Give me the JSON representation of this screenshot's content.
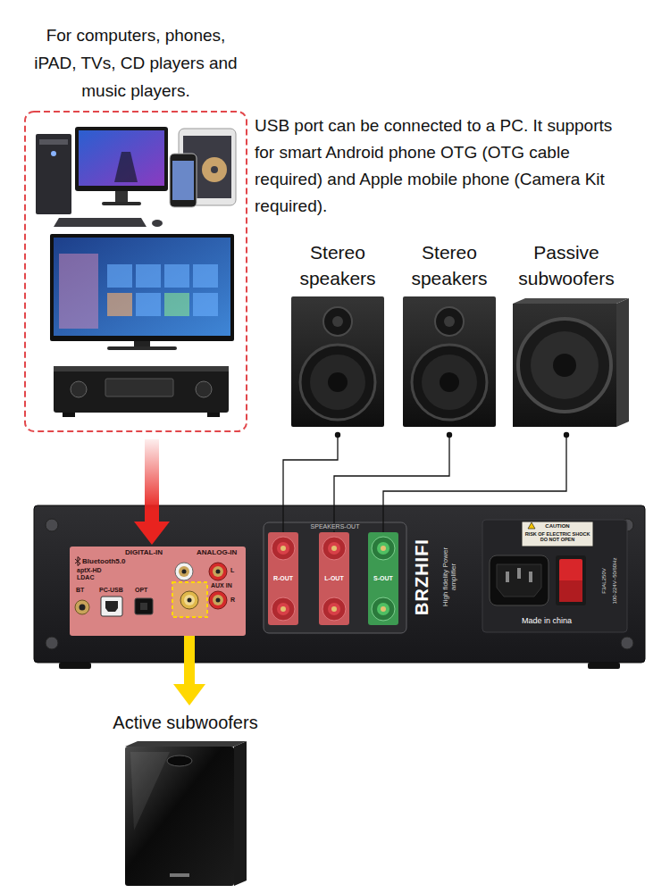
{
  "diagram": {
    "nodes": [
      {
        "text": [
          "For computers, phones, iPAD, TVs, CD players and music players."
        ]
      },
      {
        "text": [
          "Stereo speakers"
        ]
      },
      {
        "text": [
          "Stereo speakers"
        ]
      },
      {
        "text": [
          "Passive subwoofers"
        ]
      },
      {
        "text": [
          "BRZHIFI",
          "High fidelity Power amplifier"
        ]
      },
      {
        "text": [
          "DIGITAL-IN",
          "ANALOG-IN"
        ],
        "in": 4
      },
      {
        "text": [
          "SPEAKERS-OUT"
        ],
        "in": 4
      },
      {
        "text": [
          "R-OUT"
        ],
        "in": 6
      },
      {
        "text": [
          "L-OUT"
        ],
        "in": 6
      },
      {
        "text": [
          "S-OUT"
        ],
        "in": 6
      },
      {
        "text": [
          "Made in china"
        ],
        "in": 4
      },
      {
        "text": [
          "Active subwoofers"
        ]
      }
    ],
    "edges": [
      {
        "from": 0,
        "to": 5,
        "arrow": "to"
      },
      {
        "from": 1,
        "to": 7,
        "arrow": "none"
      },
      {
        "from": 2,
        "to": 8,
        "arrow": "none"
      },
      {
        "from": 3,
        "to": 9,
        "arrow": "none"
      },
      {
        "from": 5,
        "to": 11,
        "arrow": "to"
      }
    ],
    "labels": [
      "USB port can be connected to a PC. It supports for smart Android phone OTG (OTG cable required) and Apple mobile phone (Camera Kit required).",
      "Bluetooth5.0",
      "aptX-HD",
      "LDAC",
      "BT",
      "PC-USB",
      "OPT",
      "L",
      "R",
      "AUX IN",
      "CAUTION",
      "RISK OF ELECTRIC SHOCK DO NOT OPEN",
      "F3AL250V",
      "100-224V~50/60Hz"
    ]
  }
}
